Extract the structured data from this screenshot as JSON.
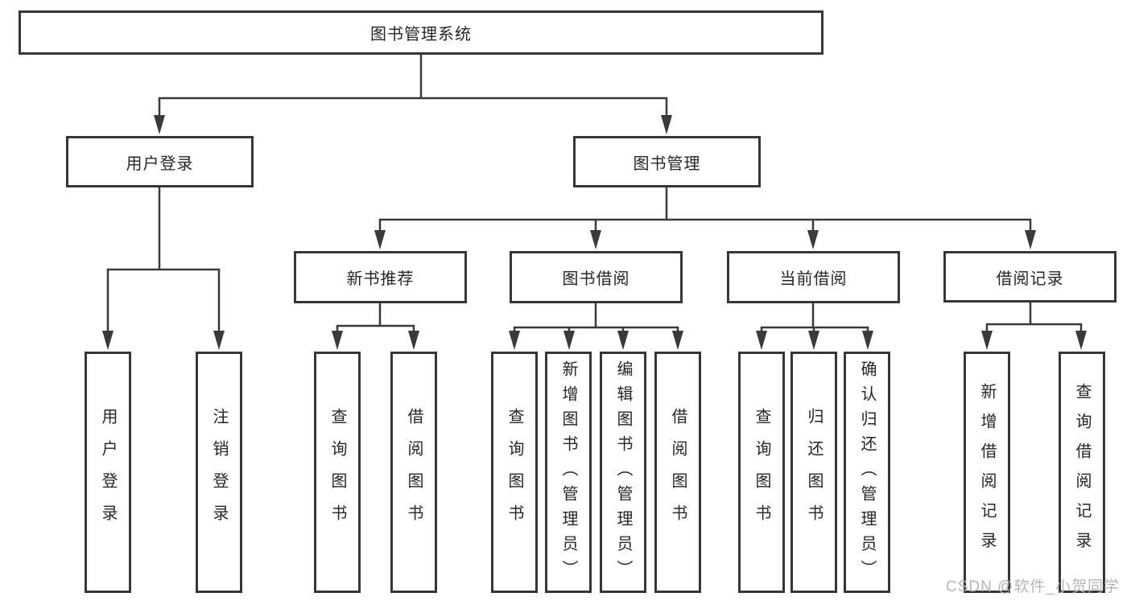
{
  "diagram": {
    "root": {
      "label": "图书管理系统"
    },
    "level2": [
      {
        "label": "用户登录"
      },
      {
        "label": "图书管理"
      }
    ],
    "level3": [
      {
        "label": "新书推荐",
        "parent": "图书管理"
      },
      {
        "label": "图书借阅",
        "parent": "图书管理"
      },
      {
        "label": "当前借阅",
        "parent": "图书管理"
      },
      {
        "label": "借阅记录",
        "parent": "图书管理"
      }
    ],
    "leaves": [
      {
        "label": "用户登录",
        "parent": "用户登录"
      },
      {
        "label": "注销登录",
        "parent": "用户登录"
      },
      {
        "label": "查询图书",
        "parent": "新书推荐"
      },
      {
        "label": "借阅图书",
        "parent": "新书推荐"
      },
      {
        "label": "查询图书",
        "parent": "图书借阅"
      },
      {
        "label": "新增图书（管理员）",
        "parent": "图书借阅"
      },
      {
        "label": "编辑图书（管理员）",
        "parent": "图书借阅"
      },
      {
        "label": "借阅图书",
        "parent": "图书借阅"
      },
      {
        "label": "查询图书",
        "parent": "当前借阅"
      },
      {
        "label": "归还图书",
        "parent": "当前借阅"
      },
      {
        "label": "确认归还（管理员）",
        "parent": "当前借阅"
      },
      {
        "label": "新增借阅记录",
        "parent": "借阅记录"
      },
      {
        "label": "查询借阅记录",
        "parent": "借阅记录"
      }
    ],
    "watermark": "CSDN @软件_小贺同学",
    "colors": {
      "line": "#3a3a3a",
      "box_border": "#363636",
      "box_fill": "#ffffff",
      "text": "#262626",
      "watermark": "#b5b5b5",
      "background": "#ffffff"
    }
  }
}
